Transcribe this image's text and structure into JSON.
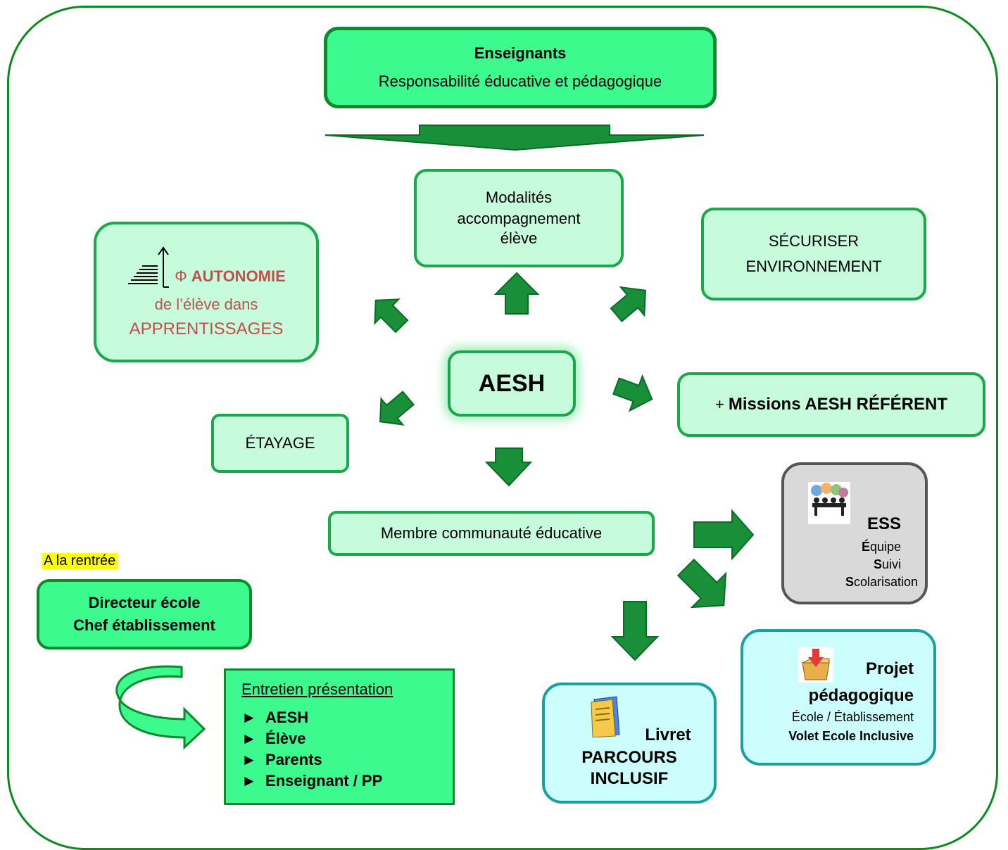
{
  "teachers": {
    "title": "Enseignants",
    "subtitle": "Responsabilité éducative et pédagogique"
  },
  "modalites": {
    "lines": [
      "Modalités",
      "accompagnement",
      "élève"
    ]
  },
  "autonomie": {
    "symbol": "Φ",
    "title": "AUTONOMIE",
    "line2": "de l’élève dans",
    "line3": "APPRENTISSAGES"
  },
  "securiser": {
    "line1": "SÉCURISER",
    "line2": "ENVIRONNEMENT"
  },
  "center": {
    "label": "AESH"
  },
  "missions": {
    "plus": "+",
    "label": "Missions AESH RÉFÉRENT"
  },
  "etayage": {
    "label": "ÉTAYAGE"
  },
  "membre": {
    "label": "Membre communauté éducative"
  },
  "ess": {
    "title": "ESS",
    "l1_bold": "É",
    "l1_rest": "quipe",
    "l2_bold": "S",
    "l2_rest": "uivi",
    "l3_bold": "S",
    "l3_rest": "colarisation"
  },
  "rentree": {
    "label": "A la rentrée"
  },
  "directeur": {
    "line1": "Directeur école",
    "line2": "Chef établissement"
  },
  "entretien": {
    "title": "Entretien présentation",
    "bullet": "►",
    "items": [
      "AESH",
      "Élève",
      "Parents",
      "Enseignant / PP"
    ]
  },
  "livret": {
    "line1": "Livret",
    "line2": "PARCOURS",
    "line3": "INCLUSIF"
  },
  "projet": {
    "line1": "Projet",
    "line2": "pédagogique",
    "line3": "École / Établissement",
    "line4": "Volet Ecole Inclusive"
  },
  "colors": {
    "green_dark": "#0d8a2b",
    "green_fill": "#3dfa8f",
    "green_light": "#c6fbdc",
    "cyan": "#ccfefe",
    "highlight": "#ffff00"
  }
}
